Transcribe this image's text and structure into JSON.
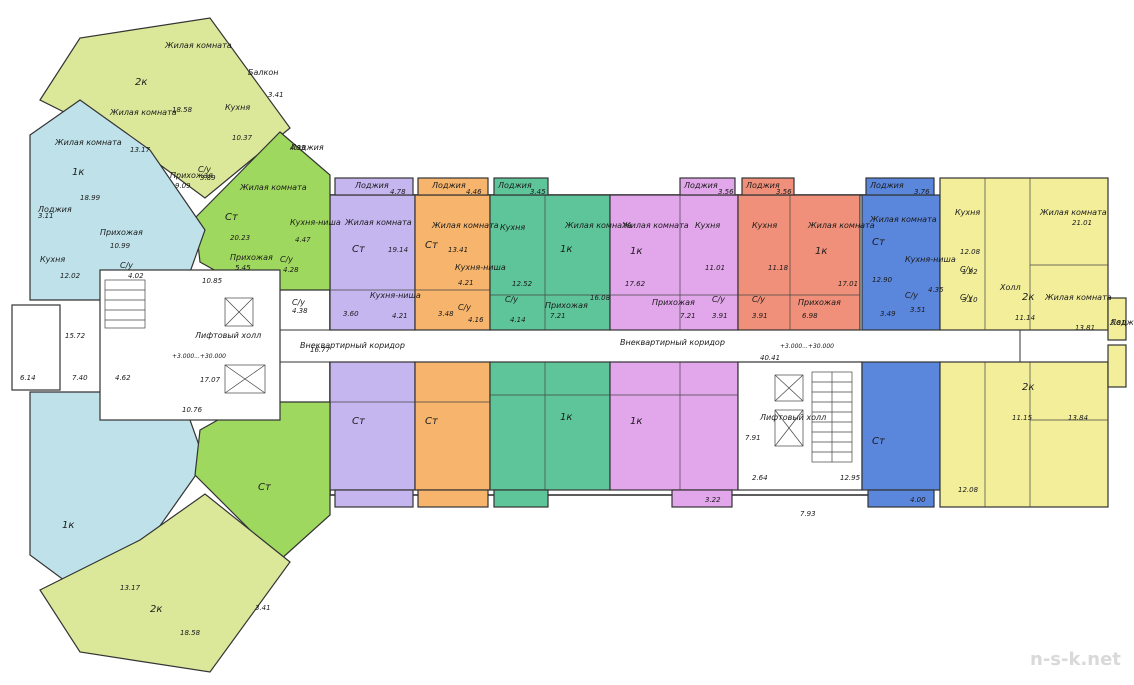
{
  "colors": {
    "lime": "#dbe89a",
    "green": "#9fd85e",
    "cyan": "#bfe2ea",
    "purple": "#c6b6ef",
    "orange": "#f6b46c",
    "teal": "#5ec59a",
    "magenta": "#e2a6ea",
    "salmon": "#f0907a",
    "blue": "#5a86dc",
    "yellow": "#f2ee9a",
    "corridor": "#ffffff",
    "wall": "#333333"
  },
  "labels": {
    "zhilaya_komnata": "Жилая комната",
    "kuhnya": "Кухня",
    "prihozhaya": "Прихожая",
    "lodzhiya": "Лоджия",
    "balkon": "Балкон",
    "su": "С/у",
    "kuhnya_nisha": "Кухня-ниша",
    "holl": "Холл",
    "lift_holl": "Лифтовый холл",
    "vnekv_koridor": "Внеквартирный коридор",
    "level": "+3.000...+30.000",
    "st": "Ст",
    "k1": "1к",
    "k2": "2к",
    "watermark": "n-s-k.net"
  },
  "rooms": [
    {
      "id": "r1",
      "type": "zhilaya_komnata",
      "area": "18.58"
    },
    {
      "id": "r2",
      "type": "kuhnya",
      "area": "10.37"
    },
    {
      "id": "r3",
      "type": "zhilaya_komnata",
      "area": "13.17"
    },
    {
      "id": "r4",
      "type": "prihozhaya",
      "area": "9.09"
    },
    {
      "id": "r5",
      "type": "su",
      "area": "3.89"
    },
    {
      "id": "r6",
      "type": "balkon",
      "area": "3.41"
    },
    {
      "id": "r7",
      "type": "lodzhiya",
      "area": "4.39"
    },
    {
      "id": "r8",
      "type": "zhilaya_komnata",
      "area": "18.99"
    },
    {
      "id": "r9",
      "type": "prihozhaya",
      "area": "10.99"
    },
    {
      "id": "r10",
      "type": "kuhnya",
      "area": "12.02"
    },
    {
      "id": "r11",
      "type": "su",
      "area": "4.02"
    },
    {
      "id": "r12",
      "type": "lodzhiya",
      "area": "3.11"
    },
    {
      "id": "r13",
      "type": "zhilaya_komnata",
      "area": "20.23"
    },
    {
      "id": "r14",
      "type": "kuhnya_nisha",
      "area": "4.47"
    },
    {
      "id": "r15",
      "type": "prihozhaya",
      "area": "5.45"
    },
    {
      "id": "r16",
      "type": "su",
      "area": "4.28"
    },
    {
      "id": "r17",
      "type": "zhilaya_komnata",
      "area": "19.14"
    },
    {
      "id": "r18",
      "type": "kuhnya_nisha",
      "area": "4.21"
    },
    {
      "id": "r19",
      "type": "lodzhiya",
      "area": "4.78"
    },
    {
      "id": "r20",
      "type": "su",
      "area": "4.38"
    },
    {
      "id": "r21",
      "type": "zhilaya_komnata",
      "area": "13.41"
    },
    {
      "id": "r22",
      "type": "kuhnya_nisha",
      "area": "4.21"
    },
    {
      "id": "r23",
      "type": "lodzhiya",
      "area": "4.46"
    },
    {
      "id": "r24",
      "type": "su",
      "area": "4.16"
    },
    {
      "id": "r25",
      "type": "kuhnya",
      "area": "12.52"
    },
    {
      "id": "r26",
      "type": "zhilaya_komnata",
      "area": "16.08"
    },
    {
      "id": "r27",
      "type": "lodzhiya",
      "area": "3.45"
    },
    {
      "id": "r28",
      "type": "prihozhaya",
      "area": "7.21"
    },
    {
      "id": "r29",
      "type": "su",
      "area": "4.14"
    },
    {
      "id": "r30",
      "type": "zhilaya_komnata",
      "area": "17.62"
    },
    {
      "id": "r31",
      "type": "kuhnya",
      "area": "11.01"
    },
    {
      "id": "r32",
      "type": "lodzhiya",
      "area": "3.56"
    },
    {
      "id": "r33",
      "type": "prihozhaya",
      "area": "7.21"
    },
    {
      "id": "r34",
      "type": "su",
      "area": "3.91"
    },
    {
      "id": "r35",
      "type": "kuhnya",
      "area": "11.18"
    },
    {
      "id": "r36",
      "type": "zhilaya_komnata",
      "area": "17.01"
    },
    {
      "id": "r37",
      "type": "lodzhiya",
      "area": "3.56"
    },
    {
      "id": "r38",
      "type": "prihozhaya",
      "area": "6.98"
    },
    {
      "id": "r39",
      "type": "su",
      "area": "3.91"
    },
    {
      "id": "r40",
      "type": "zhilaya_komnata",
      "area": "12.90"
    },
    {
      "id": "r41",
      "type": "kuhnya_nisha",
      "area": "4.35"
    },
    {
      "id": "r42",
      "type": "lodzhiya",
      "area": "3.76"
    },
    {
      "id": "r43",
      "type": "su",
      "area": "3.51"
    },
    {
      "id": "r44",
      "type": "kuhnya",
      "area": "12.08"
    },
    {
      "id": "r45",
      "type": "zhilaya_komnata",
      "area": "21.01"
    },
    {
      "id": "r46",
      "type": "holl",
      "area": "11.14"
    },
    {
      "id": "r47",
      "type": "zhilaya_komnata",
      "area": "13.81"
    },
    {
      "id": "r48",
      "type": "su",
      "area": "1.92"
    },
    {
      "id": "r49",
      "type": "su",
      "area": "3.10"
    },
    {
      "id": "r50",
      "type": "lodzhiya",
      "area": "3.81"
    }
  ],
  "misc_numbers": {
    "hall_left": "10.85",
    "lift_left": "15.72",
    "left_a": "6.14",
    "left_b": "7.40",
    "left_c": "4.62",
    "corr_left": "16.77",
    "corr_left2": "17.07",
    "left_e": "10.76",
    "stair_small": "3.60",
    "stair_small2": "3.48",
    "stair_small3": "3.49",
    "lift_right": "40.41",
    "lift_right2": "7.91",
    "lift_right3": "2.64",
    "lift_right4": "12.95",
    "lift_right5": "7.93",
    "bot_lodzh1": "3.22",
    "bot_lodzh2": "4.00",
    "kuhnya_bot": "12.08",
    "holl_bot": "11.15",
    "zk_bot": "13.84",
    "balk_bot": "3.41",
    "zk_bot2": "18.58",
    "zk_bot3": "13.17"
  }
}
